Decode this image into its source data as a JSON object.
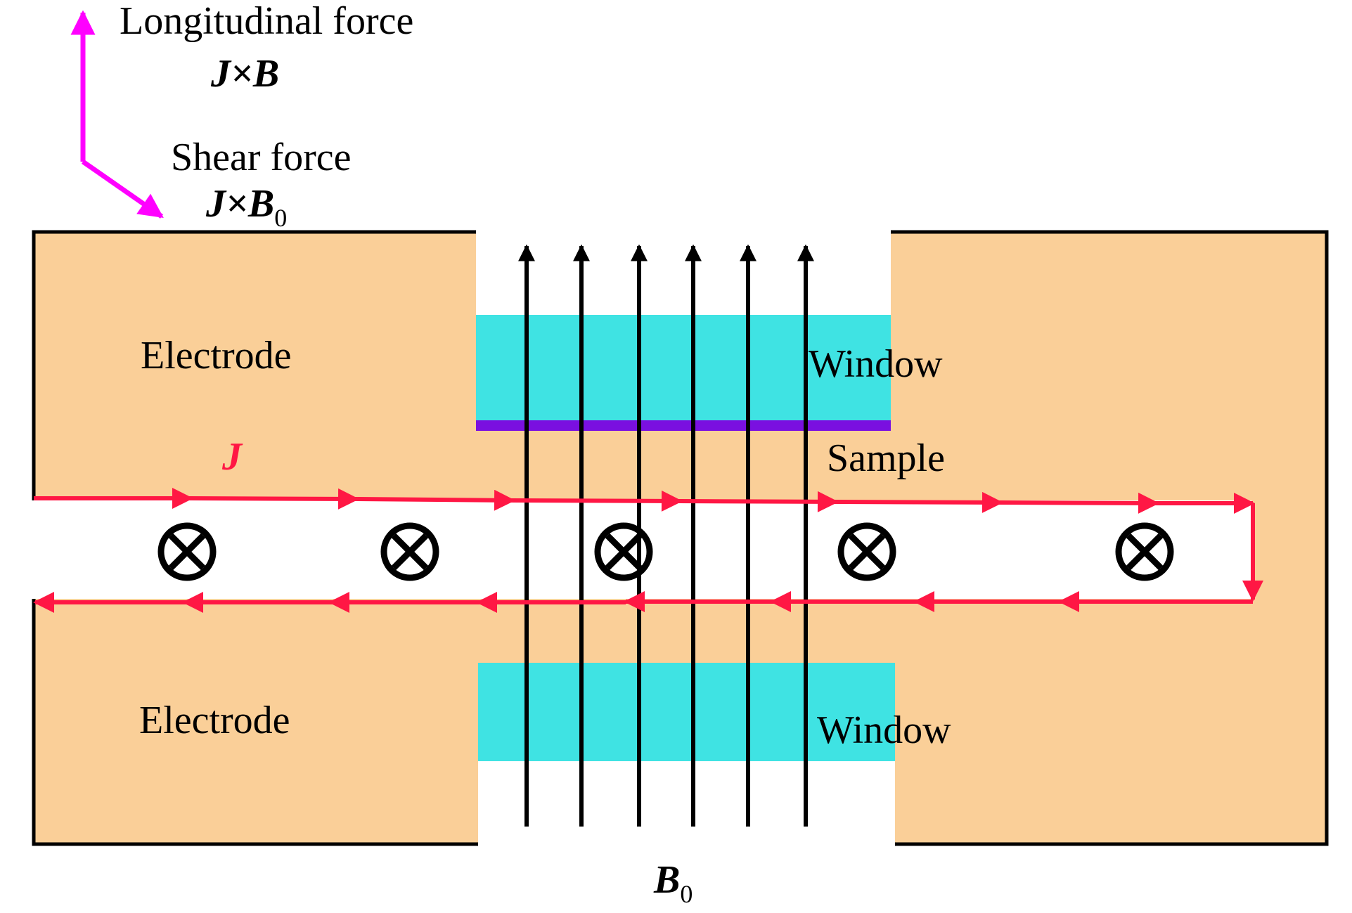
{
  "labels": {
    "longitudinal_force": "Longitudinal force",
    "longitudinal_force_formula": "J×B",
    "shear_force": "Shear force",
    "shear_force_formula": "J×B",
    "shear_force_subscript": "0",
    "electrode_top": "Electrode",
    "electrode_bottom": "Electrode",
    "window_top": "Window",
    "window_bottom": "Window",
    "sample": "Sample",
    "current": "J",
    "field": "B",
    "field_subscript": "0"
  },
  "colors": {
    "electrode_fill": "#FACF98",
    "window_fill": "#3FE3E3",
    "sample_layer": "#7A10E0",
    "current_arrow": "#FF1744",
    "force_arrow": "#FF00FF",
    "field_line": "#000000",
    "outline": "#000000"
  },
  "icons": {
    "into_page": "circled-cross-into-page-symbol",
    "field_arrow": "arrow-up"
  }
}
